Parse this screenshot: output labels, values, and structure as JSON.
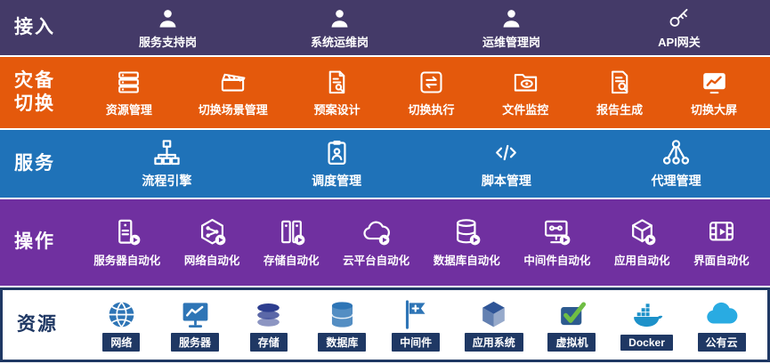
{
  "rows": [
    {
      "name": "access",
      "label": "接入",
      "color": "#443A68",
      "items": [
        {
          "label": "服务支持岗",
          "icon": "person"
        },
        {
          "label": "系统运维岗",
          "icon": "person"
        },
        {
          "label": "运维管理岗",
          "icon": "person"
        },
        {
          "label": "API网关",
          "icon": "api-key"
        }
      ]
    },
    {
      "name": "disaster-switch",
      "label": "灾备切换",
      "color": "#E4590C",
      "items": [
        {
          "label": "资源管理",
          "icon": "resource-stack"
        },
        {
          "label": "切换场景管理",
          "icon": "scene-clapper"
        },
        {
          "label": "预案设计",
          "icon": "plan-doc"
        },
        {
          "label": "切换执行",
          "icon": "switch-exec"
        },
        {
          "label": "文件监控",
          "icon": "file-monitor"
        },
        {
          "label": "报告生成",
          "icon": "report-doc"
        },
        {
          "label": "切换大屏",
          "icon": "big-screen"
        }
      ]
    },
    {
      "name": "service",
      "label": "服务",
      "color": "#1F72B8",
      "items": [
        {
          "label": "流程引擎",
          "icon": "flow-engine"
        },
        {
          "label": "调度管理",
          "icon": "schedule-board"
        },
        {
          "label": "脚本管理",
          "icon": "script-code"
        },
        {
          "label": "代理管理",
          "icon": "agent-nodes"
        }
      ]
    },
    {
      "name": "operation",
      "label": "操作",
      "color": "#7030A0",
      "items": [
        {
          "label": "服务器自动化",
          "icon": "server-auto"
        },
        {
          "label": "网络自动化",
          "icon": "network-hex"
        },
        {
          "label": "存储自动化",
          "icon": "storage-auto"
        },
        {
          "label": "云平台自动化",
          "icon": "cloud-auto"
        },
        {
          "label": "数据库自动化",
          "icon": "db-auto"
        },
        {
          "label": "中间件自动化",
          "icon": "middleware-monitor"
        },
        {
          "label": "应用自动化",
          "icon": "app-cube"
        },
        {
          "label": "界面自动化",
          "icon": "ui-film"
        }
      ]
    },
    {
      "name": "resource",
      "label": "资源",
      "color": "#FFFFFF",
      "label_color": "#1F3864",
      "border": "#1F3864",
      "chip": "#1F3864",
      "items": [
        {
          "label": "网络",
          "icon": "net-globe",
          "color": "#2E75B6"
        },
        {
          "label": "服务器",
          "icon": "server-monitor",
          "color": "#2E75B6"
        },
        {
          "label": "存储",
          "icon": "storage-disks",
          "color": "#2D3E8F"
        },
        {
          "label": "数据库",
          "icon": "database-cyl",
          "color": "#2E75B6"
        },
        {
          "label": "中间件",
          "icon": "middleware-flag",
          "color": "#2E75B6"
        },
        {
          "label": "应用系统",
          "icon": "app-cube3d",
          "color": "#2F5597"
        },
        {
          "label": "虚拟机",
          "icon": "vm-check",
          "color": "#6FBE44",
          "color2": "#2E5B8F"
        },
        {
          "label": "Docker",
          "icon": "docker-whale",
          "color": "#1D91C9"
        },
        {
          "label": "公有云",
          "icon": "public-cloud",
          "color": "#29ABE2"
        }
      ]
    }
  ]
}
